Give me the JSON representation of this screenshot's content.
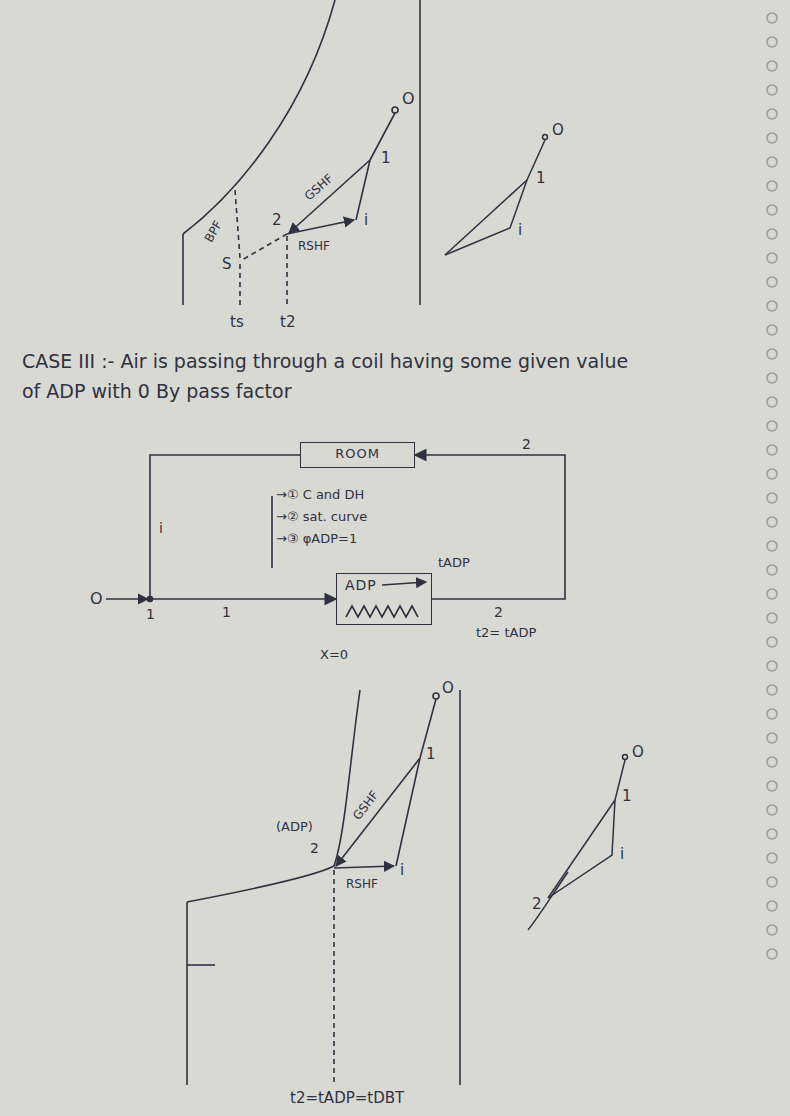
{
  "diagram": {
    "nodes": [
      {
        "text": [
          "ROOM"
        ]
      },
      {
        "text": [
          "ADP"
        ]
      }
    ],
    "edges": [
      {
        "from": 1,
        "to": 0,
        "arrow": "to",
        "label": "2"
      },
      {
        "from": 0,
        "to": 1,
        "arrow": "to",
        "label": "i"
      }
    ],
    "labels": [
      "BPF",
      "GSHF",
      "RSHF",
      "O",
      "1",
      "i",
      "2",
      "S",
      "ts",
      "t2",
      "O",
      "1",
      "i",
      "CASE III :- Air is passing through a coil having some given value of ADP with 0 By pass factor",
      "O",
      "1",
      "1",
      "→① C and DH",
      "→② sat. curve",
      "→③ φADP=1",
      "tADP",
      "2",
      "t2= tADP",
      "X=0",
      "(ADP)",
      "2",
      "GSHF",
      "RSHF",
      "O",
      "1",
      "i",
      "t2=tADP=tDBT",
      "O",
      "1",
      "i",
      "2"
    ]
  }
}
